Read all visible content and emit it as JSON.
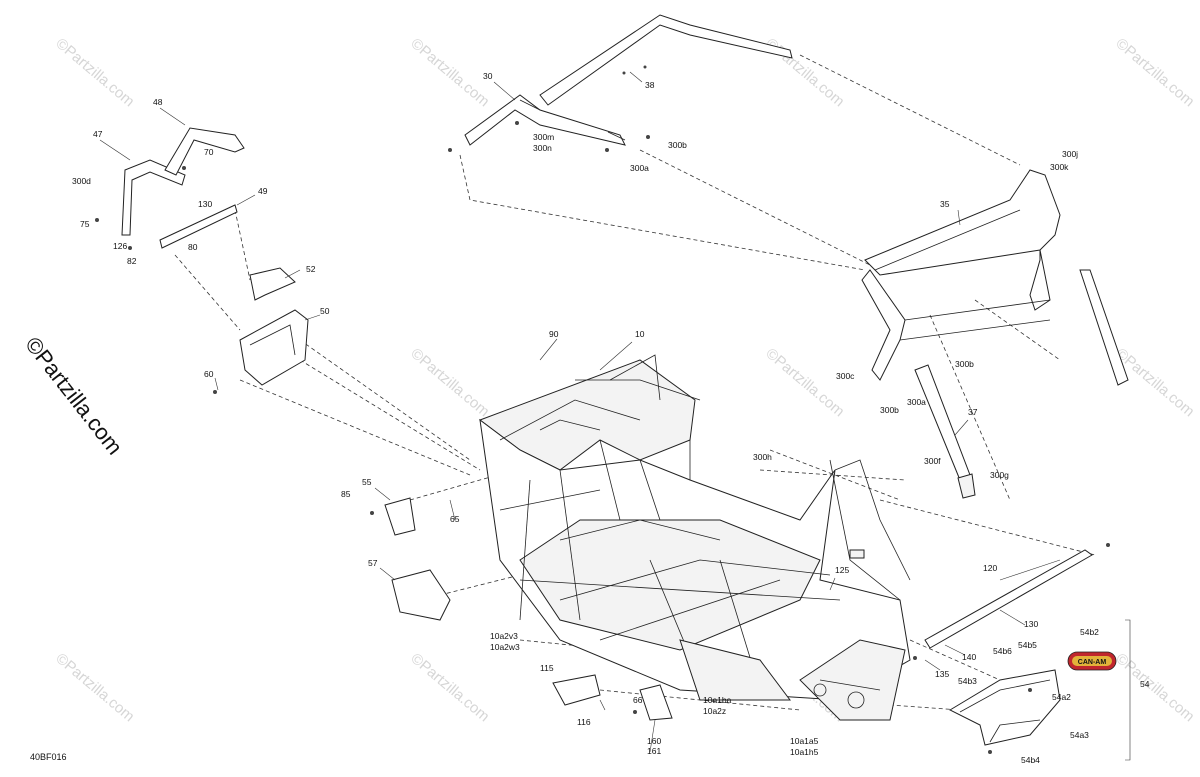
{
  "copyright_text": "©Partzilla.com",
  "watermark_text": "©Partzilla.com",
  "diagram_code": "40BF016",
  "callouts": {
    "c10": "10",
    "c30": "30",
    "c35": "35",
    "c37": "37",
    "c38": "38",
    "c47": "47",
    "c48": "48",
    "c49": "49",
    "c50": "50",
    "c52": "52",
    "c54": "54",
    "c54b2": "54b2",
    "c54b3": "54b3",
    "c54b4": "54b4",
    "c54b5": "54b5",
    "c54b6": "54b6",
    "c54a2": "54a2",
    "c54a3": "54a3",
    "c55": "55",
    "c57": "57",
    "c60": "60",
    "c65": "65",
    "c66": "66",
    "c70": "70",
    "c75": "75",
    "c80": "80",
    "c82": "82",
    "c85": "85",
    "c90": "90",
    "c115": "115",
    "c116": "116",
    "c120": "120",
    "c125": "125",
    "c126": "126",
    "c130a": "130",
    "c130b": "130",
    "c135": "135",
    "c140": "140",
    "c160": "160",
    "c161": "161",
    "c300a_top": "300a",
    "c300a_mid": "300a",
    "c300b_top": "300b",
    "c300b_mid1": "300b",
    "c300b_mid2": "300b",
    "c300c": "300c",
    "c300d": "300d",
    "c300f": "300f",
    "c300g": "300g",
    "c300h": "300h",
    "c300j": "300j",
    "c300k": "300k",
    "c300m": "300m",
    "c300n": "300n",
    "c10a2v3": "10a2v3",
    "c10a2w3": "10a2w3",
    "c10a1ba": "10a1ba",
    "c10a2z": "10a2z",
    "c10a1a5": "10a1a5",
    "c10a1h5": "10a1h5"
  },
  "badge_text": "CAN-AM",
  "colors": {
    "line": "#222222",
    "watermark": "#d6d6d6",
    "badge_red": "#c0262d",
    "badge_gold": "#e2b23a"
  }
}
